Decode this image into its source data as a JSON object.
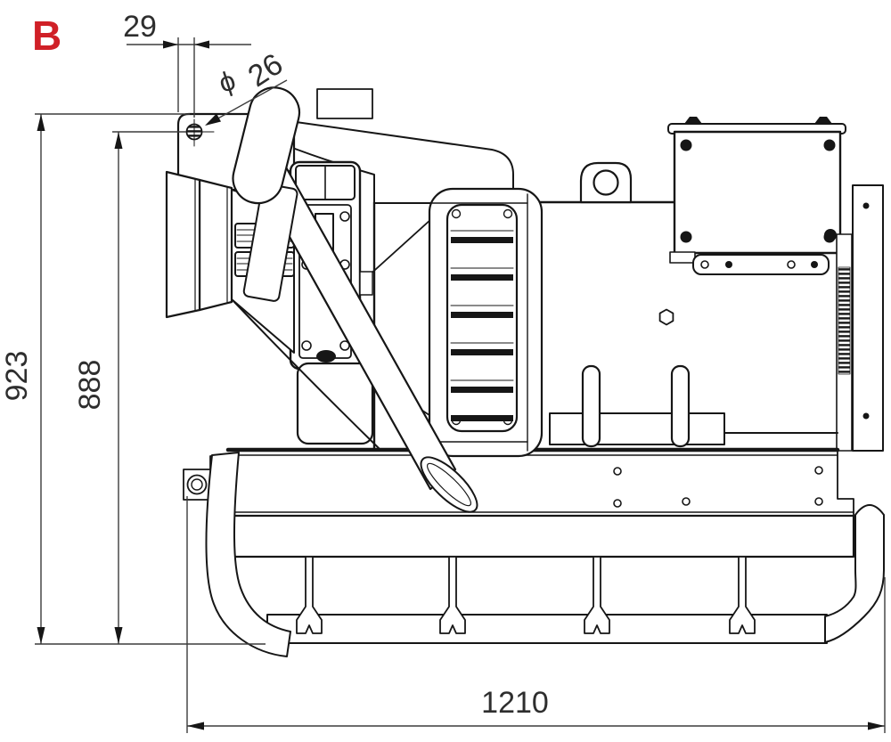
{
  "drawing": {
    "title_label": "B",
    "colors": {
      "label": "#d02027",
      "line": "#161616",
      "dim": "#3c3c3c",
      "background": "#ffffff"
    },
    "dimensions": {
      "hole_offset": "29",
      "hole_diameter_symbol": "ϕ",
      "hole_diameter": "26",
      "overall_height": "923",
      "hitch_pin_height": "888",
      "overall_length": "1210"
    }
  }
}
